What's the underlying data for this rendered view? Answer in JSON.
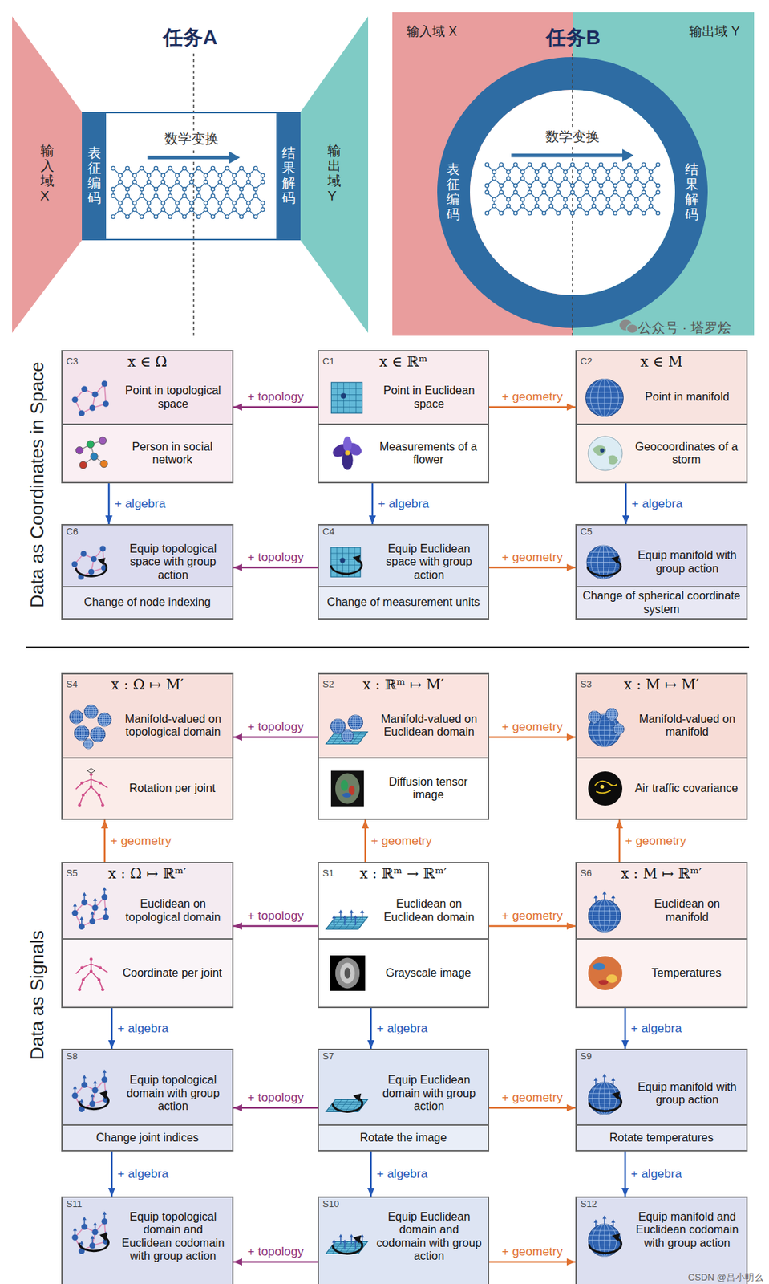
{
  "diagram": {
    "nodes": [
      {
        "text": [
          "任务A"
        ]
      },
      {
        "text": [
          "输入域X"
        ],
        "in": 0
      },
      {
        "text": [
          "数学变换"
        ],
        "in": 0
      },
      {
        "text": [
          "表征编码"
        ],
        "in": 2
      },
      {
        "text": [
          "结果解码"
        ],
        "in": 2
      },
      {
        "text": [
          "输出域Y"
        ],
        "in": 0
      },
      {
        "text": [
          "任务B"
        ]
      },
      {
        "text": [
          "输入域 X"
        ],
        "in": 6
      },
      {
        "text": [
          "输出域 Y"
        ],
        "in": 6
      },
      {
        "text": [
          "表征编码",
          "结果解码"
        ],
        "in": 6
      },
      {
        "text": [
          "数学变换"
        ],
        "in": 9
      },
      {
        "text": [
          "C3",
          "x ∈ Ω",
          "Point in topological space"
        ]
      },
      {
        "text": [
          "Person in social network"
        ],
        "in": 11
      },
      {
        "text": [
          "C1",
          "x ∈ ℝᵐ",
          "Point in Euclidean space"
        ]
      },
      {
        "text": [
          "Measurements of a flower"
        ],
        "in": 13
      },
      {
        "text": [
          "C2",
          "x ∈ M",
          "Point in manifold"
        ]
      },
      {
        "text": [
          "Geocoordinates of a storm"
        ],
        "in": 15
      },
      {
        "text": [
          "C6",
          "Equip topological space with group action"
        ]
      },
      {
        "text": [
          "Change of node indexing"
        ],
        "in": 17
      },
      {
        "text": [
          "C4",
          "Equip Euclidean space with group action"
        ]
      },
      {
        "text": [
          "Change of measurement units"
        ],
        "in": 19
      },
      {
        "text": [
          "C5",
          "Equip manifold with group action"
        ]
      },
      {
        "text": [
          "Change of spherical coordinate system"
        ],
        "in": 21
      },
      {
        "text": [
          "S4",
          "x : Ω ↦ M′",
          "Manifold-valued on topological domain"
        ]
      },
      {
        "text": [
          "Rotation per joint"
        ],
        "in": 23
      },
      {
        "text": [
          "S2",
          "x : ℝᵐ ↦ M′",
          "Manifold-valued on Euclidean domain"
        ]
      },
      {
        "text": [
          "Diffusion tensor image"
        ],
        "in": 25
      },
      {
        "text": [
          "S3",
          "x : M ↦ M′",
          "Manifold-valued on manifold"
        ]
      },
      {
        "text": [
          "Air traffic covariance"
        ],
        "in": 27
      },
      {
        "text": [
          "S5",
          "x : Ω ↦ ℝᵐ′",
          "Euclidean on topological domain"
        ]
      },
      {
        "text": [
          "Coordinate per joint"
        ],
        "in": 29
      },
      {
        "text": [
          "S1",
          "x : ℝᵐ → ℝᵐ′",
          "Euclidean on Euclidean domain"
        ]
      },
      {
        "text": [
          "Grayscale image"
        ],
        "in": 31
      },
      {
        "text": [
          "S6",
          "x : M ↦ ℝᵐ′",
          "Euclidean on manifold"
        ]
      },
      {
        "text": [
          "Temperatures"
        ],
        "in": 33
      },
      {
        "text": [
          "S8",
          "Equip topological domain with group action"
        ]
      },
      {
        "text": [
          "Change joint indices"
        ],
        "in": 35
      },
      {
        "text": [
          "S7",
          "Equip Euclidean domain with group action"
        ]
      },
      {
        "text": [
          "Rotate the image"
        ],
        "in": 37
      },
      {
        "text": [
          "S9",
          "Equip manifold with group action"
        ]
      },
      {
        "text": [
          "Rotate temperatures"
        ],
        "in": 39
      },
      {
        "text": [
          "S11",
          "Equip topological domain and Euclidean codomain with group action"
        ]
      },
      {
        "text": [
          "S10",
          "Equip Euclidean domain and codomain with group action"
        ]
      },
      {
        "text": [
          "S12",
          "Equip manifold and Euclidean codomain with group action"
        ]
      }
    ],
    "edges": [
      {
        "from": 13,
        "to": 11,
        "label": "+ topology",
        "arrow": "to"
      },
      {
        "from": 13,
        "to": 15,
        "label": "+ geometry",
        "arrow": "to"
      },
      {
        "from": 11,
        "to": 17,
        "label": "+ algebra",
        "arrow": "to"
      },
      {
        "from": 13,
        "to": 19,
        "label": "+ algebra",
        "arrow": "to"
      },
      {
        "from": 15,
        "to": 21,
        "label": "+ algebra",
        "arrow": "to"
      },
      {
        "from": 19,
        "to": 17,
        "label": "+ topology",
        "arrow": "to"
      },
      {
        "from": 19,
        "to": 21,
        "label": "+ geometry",
        "arrow": "to"
      },
      {
        "from": 25,
        "to": 23,
        "label": "+ topology",
        "arrow": "to"
      },
      {
        "from": 25,
        "to": 27,
        "label": "+ geometry",
        "arrow": "to"
      },
      {
        "from": 29,
        "to": 23,
        "label": "+ geometry",
        "arrow": "to"
      },
      {
        "from": 31,
        "to": 25,
        "label": "+ geometry",
        "arrow": "to"
      },
      {
        "from": 33,
        "to": 27,
        "label": "+ geometry",
        "arrow": "to"
      },
      {
        "from": 31,
        "to": 29,
        "label": "+ topology",
        "arrow": "to"
      },
      {
        "from": 31,
        "to": 33,
        "label": "+ geometry",
        "arrow": "to"
      },
      {
        "from": 29,
        "to": 35,
        "label": "+ algebra",
        "arrow": "to"
      },
      {
        "from": 31,
        "to": 37,
        "label": "+ algebra",
        "arrow": "to"
      },
      {
        "from": 33,
        "to": 39,
        "label": "+ algebra",
        "arrow": "to"
      },
      {
        "from": 37,
        "to": 35,
        "label": "+ topology",
        "arrow": "to"
      },
      {
        "from": 37,
        "to": 39,
        "label": "+ geometry",
        "arrow": "to"
      },
      {
        "from": 35,
        "to": 41,
        "label": "+ algebra",
        "arrow": "to"
      },
      {
        "from": 37,
        "to": 42,
        "label": "+ algebra",
        "arrow": "to"
      },
      {
        "from": 39,
        "to": 43,
        "label": "+ algebra",
        "arrow": "to"
      },
      {
        "from": 42,
        "to": 41,
        "label": "+ topology",
        "arrow": "to"
      },
      {
        "from": 42,
        "to": 43,
        "label": "+ geometry",
        "arrow": "to"
      }
    ],
    "labels": [
      "Data as Coordinates in Space",
      "Data as Signals",
      "公众号 · 塔罗烩",
      "CSDN @吕小明么"
    ]
  }
}
